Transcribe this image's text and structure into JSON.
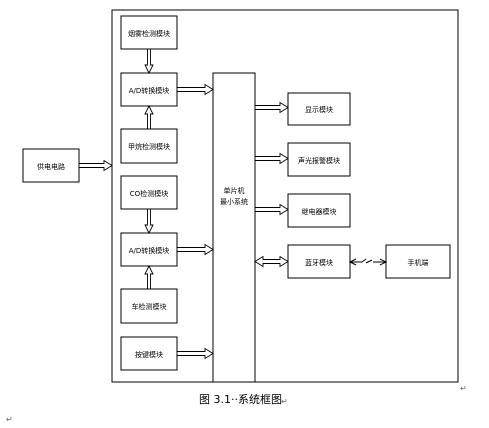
{
  "blocks": {
    "smoke_detect": "烟雾检测模块",
    "ad_convert_1": "A/D转换模块",
    "methane_detect": "甲烷检测模块",
    "co_detect": "CO检测模块",
    "ad_convert_2": "A/D转换模块",
    "flame_detect": "车检测模块",
    "keypad": "按键模块",
    "power": "供电电路",
    "mcu_line1": "单片机",
    "mcu_line2": "最小系统",
    "display": "显示模块",
    "sound_light_alarm": "声光报警模块",
    "relay": "继电器模块",
    "bluetooth": "蓝牙模块",
    "phone": "手机端"
  },
  "caption": "图 3.1··系统框图",
  "paragraph_mark": "↵",
  "wireless_mark": "— · —"
}
